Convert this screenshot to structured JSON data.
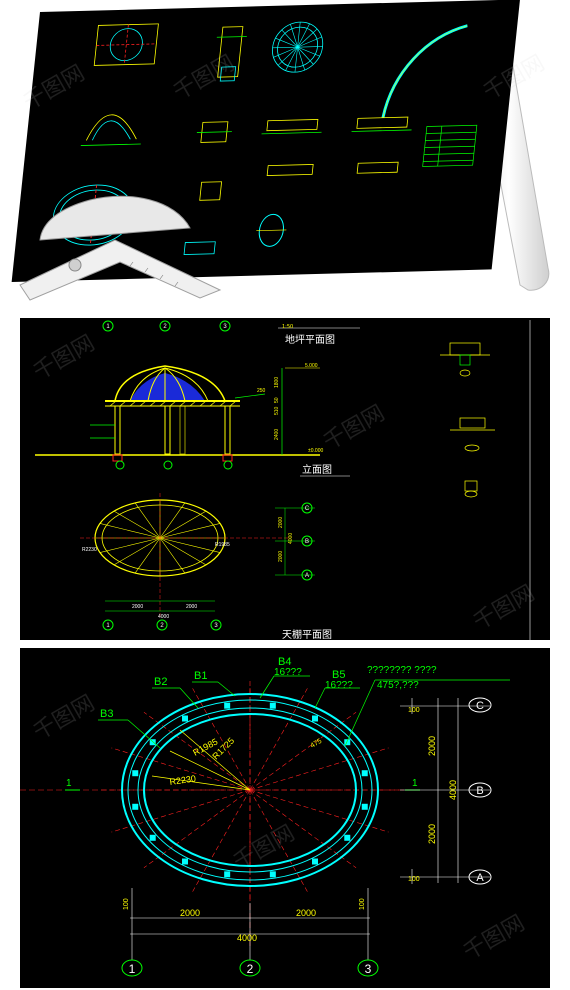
{
  "watermark": {
    "text": "千图网"
  },
  "colors": {
    "background": "#000000",
    "yellow": "#ffff00",
    "cyan": "#00ffff",
    "green": "#00ff00",
    "red": "#ff2020",
    "white": "#ffffff",
    "blue": "#1a2ad8"
  },
  "sheet": {
    "scale_note": ""
  },
  "panel2": {
    "scale": "1:50",
    "titles": {
      "floor_plan": "地坪平面图",
      "elevation": "立面图",
      "ceiling_plan": "天棚平面图"
    },
    "axis_top": [
      "1",
      "2",
      "3"
    ],
    "elev_dims": {
      "h1": "1800",
      "h2": "510",
      "h3": "50",
      "h4": "2400",
      "h5": "250"
    },
    "levels": {
      "top": "5.000",
      "ground": "±0.000"
    },
    "plan_axes_bottom": [
      "1",
      "2",
      "3"
    ],
    "plan_axes_right": [
      "C",
      "B",
      "A"
    ],
    "plan_dims": {
      "d1": "2000",
      "d2": "2000",
      "total": "4000",
      "v1": "2000",
      "v2": "2000",
      "v_total": "4000"
    },
    "radius_labels": [
      "R2230",
      "R1985"
    ]
  },
  "panel3": {
    "beam_labels": [
      "B2",
      "B1",
      "B4",
      "B5",
      "B3"
    ],
    "b4_note": "16???",
    "b5_note": "16???",
    "note_line1": "???????? ????",
    "note_line2": "475?,???",
    "dim_475": "475",
    "radii": [
      "R1725",
      "R1985",
      "R2230"
    ],
    "axis_left": "1",
    "axis_right": "1",
    "axis_rows": [
      "C",
      "B",
      "A"
    ],
    "axis_cols": [
      "1",
      "2",
      "3"
    ],
    "dims_horizontal": {
      "left": "2000",
      "right": "2000",
      "total": "4000",
      "small_l": "100",
      "small_r": "100"
    },
    "dims_vertical": {
      "top": "2000",
      "bottom": "2000",
      "total": "4000",
      "small_t": "100",
      "small_b": "100"
    }
  }
}
